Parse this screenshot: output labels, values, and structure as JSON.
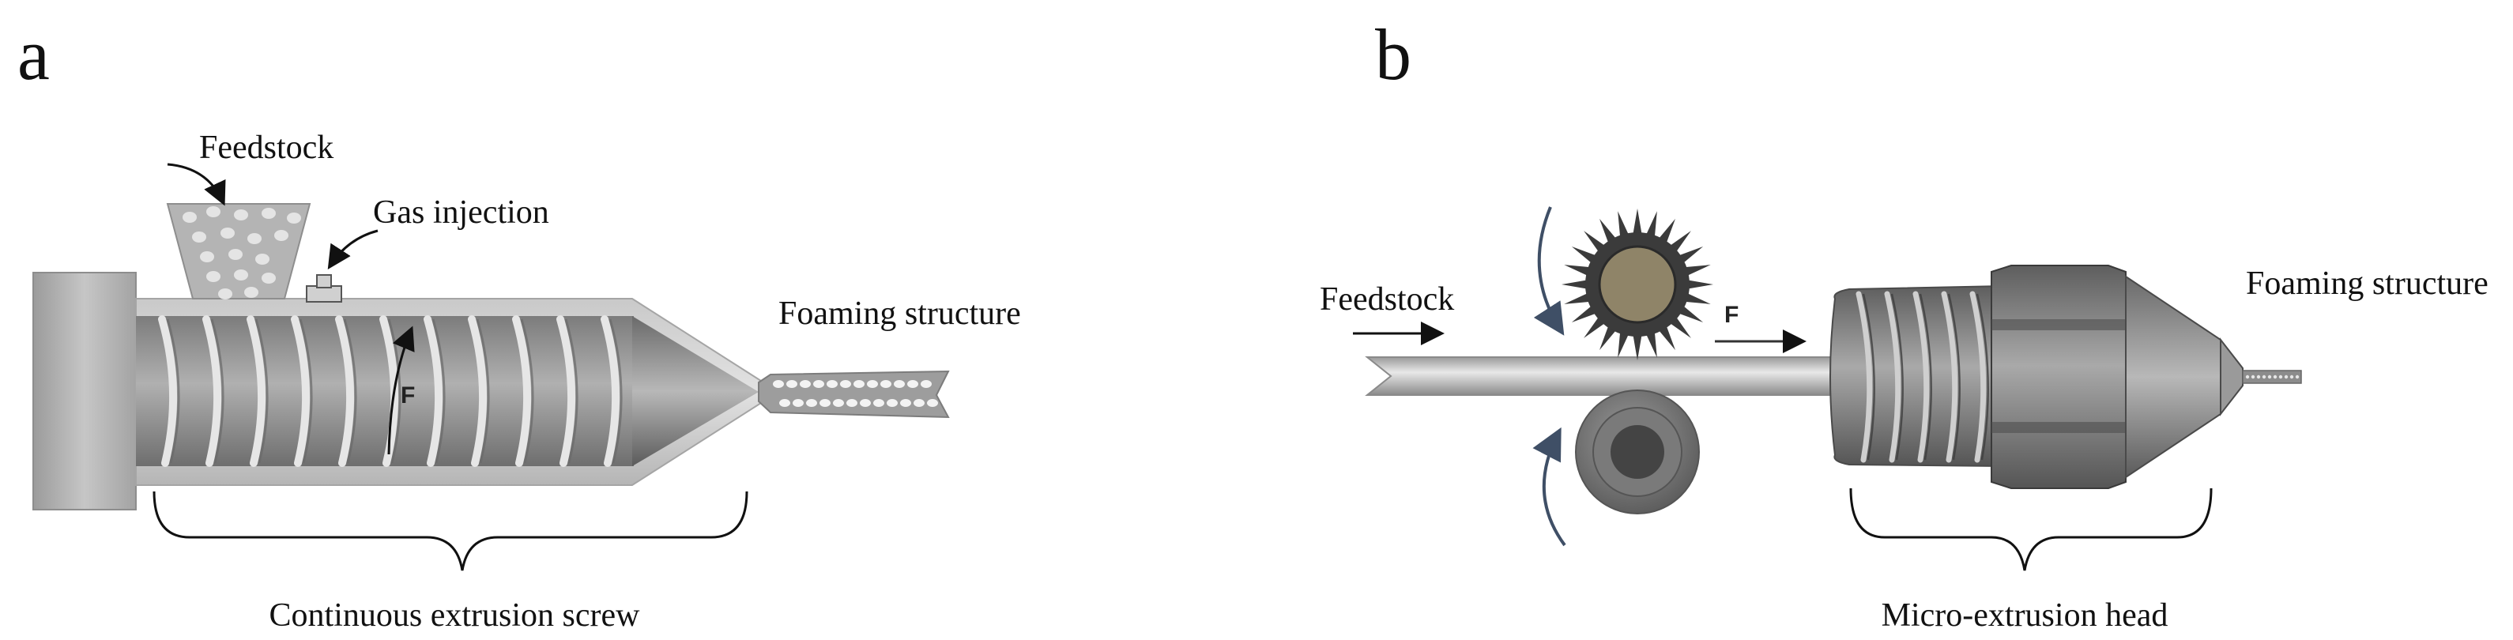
{
  "panel_a": {
    "letter": "a",
    "feedstock_label": "Feedstock",
    "gas_label": "Gas injection",
    "foaming_label": "Foaming structure",
    "force_label": "F",
    "screw_label": "Continuous extrusion screw"
  },
  "panel_b": {
    "letter": "b",
    "feedstock_label": "Feedstock",
    "force_label": "F",
    "foaming_label": "Foaming structure",
    "head_label": "Micro-extrusion head"
  }
}
